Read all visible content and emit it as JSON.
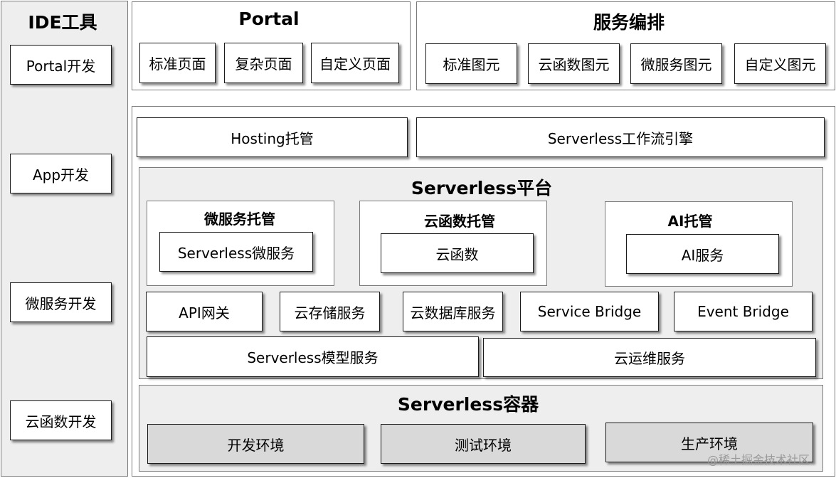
{
  "ide": {
    "title": "IDE工具",
    "items": [
      "Portal开发",
      "App开发",
      "微服务开发",
      "云函数开发"
    ]
  },
  "portal": {
    "title": "Portal",
    "items": [
      "标准页面",
      "复杂页面",
      "自定义页面"
    ]
  },
  "orchestration": {
    "title": "服务编排",
    "items": [
      "标准图元",
      "云函数图元",
      "微服务图元",
      "自定义图元"
    ]
  },
  "runtime": {
    "hosting": "Hosting托管",
    "workflow": "Serverless工作流引擎"
  },
  "platform": {
    "title": "Serverless平台",
    "microservice": {
      "title": "微服务托管",
      "item": "Serverless微服务"
    },
    "function": {
      "title": "云函数托管",
      "item": "云函数"
    },
    "ai": {
      "title": "AI托管",
      "item": "AI服务"
    },
    "services": [
      "API网关",
      "云存储服务",
      "云数据库服务",
      "Service Bridge",
      "Event Bridge"
    ],
    "model": "Serverless模型服务",
    "ops": "云运维服务"
  },
  "container": {
    "title": "Serverless容器",
    "items": [
      "开发环境",
      "测试环境",
      "生产环境"
    ]
  },
  "watermark": "@稀土掘金技术社区"
}
